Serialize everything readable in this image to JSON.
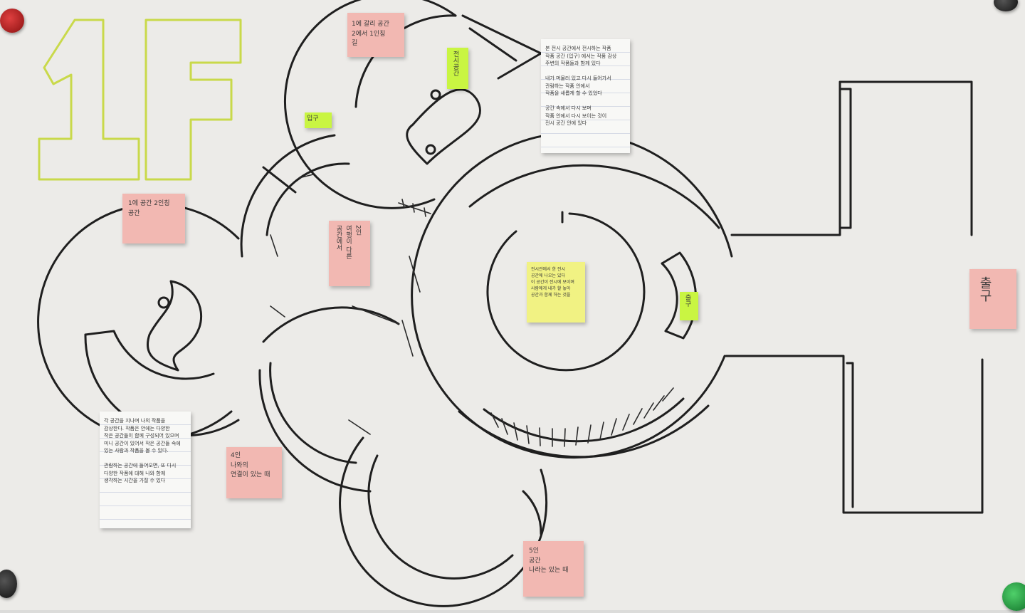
{
  "floor_label": "1F",
  "colors": {
    "paper": "#ecebe8",
    "ink": "#1f1f1f",
    "floor_outline": "#c9d94a",
    "pink_note": "#f2b8b2",
    "yellow_note": "#f1f283",
    "green_note": "#c9f542",
    "white_note": "#f8f8f6"
  },
  "notes": {
    "top_pink": "1에 갈리 공간\n2에서 1인칭\n길",
    "left_pink": "1에 공간 2인칭\n공간",
    "mid_pink": "2인\n여행이 다른\n공간에서",
    "bottom_pink": "4인\n나와의\n연결이 있는 때",
    "bottom_right_pink": "5인\n공간\n나라는 있는 때",
    "exit_pink": "출구",
    "center_yellow": "전시관에서 한 전시\n공간에 나오는 있다\n이 공간이 전시에 보이며\n사람에게 내가 할 놓아\n공간과 함께 하는 것을",
    "green_top": "전시공간",
    "green_small": "입구",
    "green_right": "출구",
    "white_top": "본 전시 공간에서 전시하는 작품\n작품 공간 (입구) 에서는 작품 감상\n주변의 작품들과 함께 있다\n\n내가 머물러 있고 다시 들어가서\n관람하는 작품 안에서\n작품을 새롭게 할 수 있었다\n\n공간 속에서 다시 보며\n작품 안에서 다시 보이는 것이\n전시 공간 안에 있다",
    "white_left": "각 공간을 지나며 나의 작품을\n감상한다. 작품은 안에는 다양한\n작은 공간들이 함께 구성되어 있으며\n미니 공간이 있어서 작은 공간들 속에\n있는 사람과 작품을 볼 수 있다.\n\n관람하는 공간에 들어오면, 또 다시\n다양한 작품에 대해 나와 함께\n생각하는 시간을 가질 수 있다"
  }
}
